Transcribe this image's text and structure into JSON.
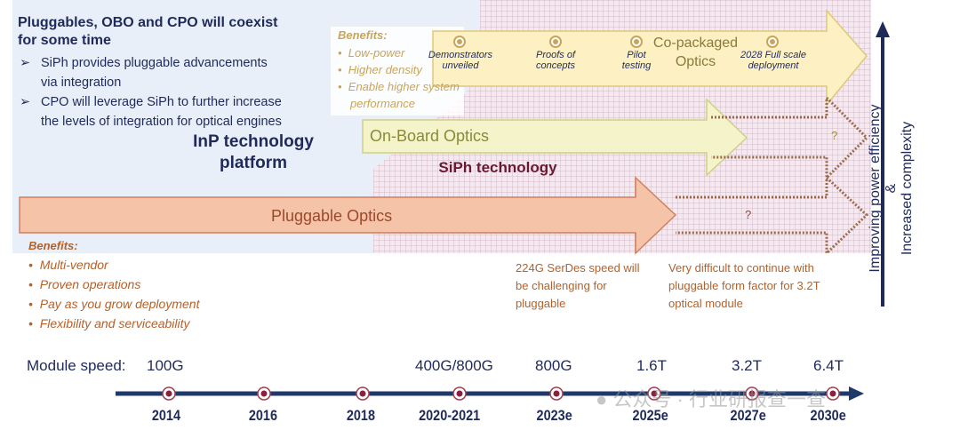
{
  "title": "Pluggables, OBO and CPO will coexist for some time",
  "bullets": [
    "SiPh provides pluggable advancements via integration",
    "CPO will leverage SiPh to further increase the levels of integration for optical engines"
  ],
  "inp_label": "InP technology platform",
  "siph_label": "SiPh technology",
  "cpo": {
    "label": "Co-packaged Optics",
    "milestones": [
      "Demonstrators unveiled",
      "Proofs of concepts",
      "Pilot testing",
      "2028 Full scale deployment"
    ],
    "benefits_title": "Benefits:",
    "benefits": [
      "Low-power",
      "Higher density",
      "Enable higher system performance"
    ]
  },
  "obo": {
    "label": "On-Board Optics",
    "question": "?"
  },
  "pluggable": {
    "label": "Pluggable Optics",
    "question": "?",
    "benefits_title": "Benefits:",
    "benefits": [
      "Multi-vendor",
      "Proven operations",
      "Pay as you grow deployment",
      "Flexibility and serviceability"
    ]
  },
  "notes": [
    "224G SerDes speed will be challenging for pluggable",
    "Very difficult to continue with pluggable form factor for 3.2T optical module"
  ],
  "axis": {
    "line1": "Improving power efficiency",
    "line2": "&",
    "line3": "Increased complexity"
  },
  "timeline": {
    "speed_label": "Module speed:",
    "speeds": [
      "100G",
      "400G/800G",
      "800G",
      "1.6T",
      "3.2T",
      "6.4T"
    ],
    "years": [
      "2014",
      "2016",
      "2018",
      "2020-2021",
      "2023e",
      "2025e",
      "2027e",
      "2030e"
    ]
  },
  "watermark": "公众号 · 行业研报查一查",
  "colors": {
    "navy": "#1f2a5a",
    "cpo": "#fdf1c4",
    "obo": "#f4f3c9",
    "pluggable": "#f5c3a8",
    "benefits": "#b4612a"
  }
}
